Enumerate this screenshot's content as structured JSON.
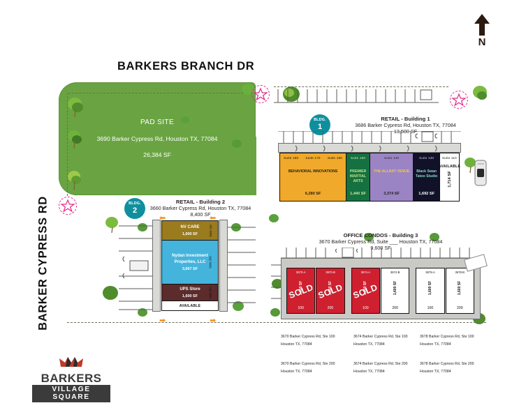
{
  "compass": {
    "label": "N",
    "icon": "north-arrow-icon"
  },
  "streets": {
    "top": "BARKERS BRANCH DR",
    "left": "BARKER CYPRESS RD"
  },
  "pad_site": {
    "title": "PAD SITE",
    "address": "3690 Barker Cypress Rd, Houston TX, 77084",
    "area": "26,384 SF",
    "color": "#6aa442"
  },
  "buildings": [
    {
      "badge_word": "BLDG.",
      "badge_number": "1",
      "heading": "RETAIL - Building 1",
      "address": "3686 Barker Cypress Rd, Houston TX, 77084",
      "area": "13,500 SF",
      "badge_color": "#0f8f9e",
      "units": [
        {
          "suites": [
            "Suite 180",
            "Suite 170",
            "Suite 160"
          ],
          "name": "BEHAVIORAL INNOVATIONS",
          "sf": "6,280 SF",
          "color": "#f0a92b",
          "text_color": "#231f20",
          "available": false,
          "width": 96
        },
        {
          "suites": [
            "Suite 150"
          ],
          "name": "PREMIER MARTIAL ARTS",
          "sf": "1,440 SF",
          "color": "#15713f",
          "text_color": "#ffffff",
          "available": false,
          "width": 34
        },
        {
          "suites": [
            "Suite 140"
          ],
          "name": "THE ALLNAT VENUE",
          "sf": "3,374 SF",
          "color": "#9a84c4",
          "text_color": "#231f20",
          "available": false,
          "width": 63
        },
        {
          "suites": [
            "Suite 130"
          ],
          "name": "Black Swan Tatoo Studio",
          "sf": "1,692 SF",
          "color": "#111129",
          "text_color": "#ffffff",
          "available": false,
          "width": 38
        },
        {
          "suites": [
            "Suite 110"
          ],
          "name": "AVAILABLE",
          "sf": "1,714 SF",
          "color": "#ffffff",
          "text_color": "#111111",
          "available": true,
          "width": 27
        }
      ]
    },
    {
      "badge_word": "BLDG.",
      "badge_number": "2",
      "heading": "RETAIL  - Building 2",
      "address": "3660 Barker Cypress Rd, Houston TX, 77084",
      "area": "8,400 SF",
      "badge_color": "#0f8f9e",
      "units": [
        {
          "suite": "Suite 110",
          "name": "NV CARE",
          "sf": "1,600 SF",
          "color": "#9a7b1e",
          "text_color": "#ffffff",
          "available": false,
          "height": 28
        },
        {
          "suite": "Suite 200",
          "name": "Nydan Investment Properties, LLC",
          "sf": "3,667 SF",
          "color": "#44b4dd",
          "text_color": "#ffffff",
          "available": false,
          "height": 63
        },
        {
          "suite": "Suite 300",
          "name": "UPS  Store",
          "sf": "1,600 SF",
          "color": "#5c2b2b",
          "text_color": "#ffffff",
          "available": false,
          "height": 24
        },
        {
          "suite": "",
          "name": "AVAILABLE",
          "sf": "",
          "color": "#ffffff",
          "text_color": "#111111",
          "available": true,
          "height": 13
        }
      ]
    }
  ],
  "office_condos": {
    "heading": "OFFICE CONDOS - Building 3",
    "address": "3670 Barker Cypress Rd, Suite ___ Houston TX, 77084",
    "area": "9,600 SF",
    "sold_label": "SOLD",
    "sold_color": "#cf2030",
    "units": [
      {
        "code": "3670-A",
        "sf": "1,600 SF",
        "number": "100",
        "sold": true
      },
      {
        "code": "3670-B",
        "sf": "1,600 SF",
        "number": "200",
        "sold": true
      },
      {
        "code": "3674-A",
        "sf": "1,600 SF",
        "number": "100",
        "sold": true
      },
      {
        "code": "3674-B",
        "sf": "1,600 SF",
        "number": "200",
        "sold": false
      },
      {
        "code": "3678-A",
        "sf": "1,600 SF",
        "number": "100",
        "sold": false
      },
      {
        "code": "3678-B",
        "sf": "1,600 SF",
        "number": "200",
        "sold": false
      }
    ],
    "address_columns": [
      {
        "line1": "3670 Barker Cypress Rd, Ste 100",
        "line2": "Houston TX, 77084",
        "line3": "3670 Barker Cypress Rd, Ste 200",
        "line4": "Houston TX, 77084"
      },
      {
        "line1": "3674 Barker Cypress Rd, Ste 100",
        "line2": "Houston TX, 77084",
        "line3": "3674 Barker Cypress Rd, Ste 200",
        "line4": "Houston TX, 77084"
      },
      {
        "line1": "3678 Barker Cypress Rd, Ste 100",
        "line2": "Houston TX, 77084",
        "line3": "3678 Barker Cypress Rd, Ste 200",
        "line4": "Houston TX, 77084"
      }
    ]
  },
  "logo": {
    "main": "BARKERS",
    "sub": "VILLAGE SQUARE",
    "icon": "crown-icon",
    "color": "#3b3b3b",
    "accent": "#c0392b"
  }
}
